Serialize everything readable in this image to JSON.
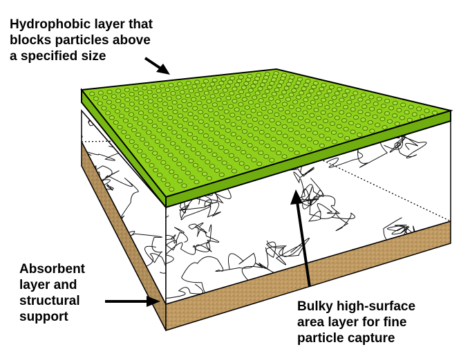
{
  "labels": {
    "hydrophobic": {
      "lines": [
        "Hydrophobic layer that",
        "blocks particles above",
        "a specified size"
      ]
    },
    "absorbent": {
      "lines": [
        "Absorbent",
        "layer and",
        "structural",
        "support"
      ]
    },
    "bulky": {
      "lines": [
        "Bulky high-surface",
        "area layer for fine",
        "particle capture"
      ]
    }
  },
  "colors": {
    "top_layer": "#8fd11a",
    "top_layer_edge": "#6fae0e",
    "perforation": "#a8dc3c",
    "middle_layer": "#ffffff",
    "bottom_layer": "#c7a26a",
    "bottom_texture": "#9c7a44",
    "outline": "#000000"
  }
}
